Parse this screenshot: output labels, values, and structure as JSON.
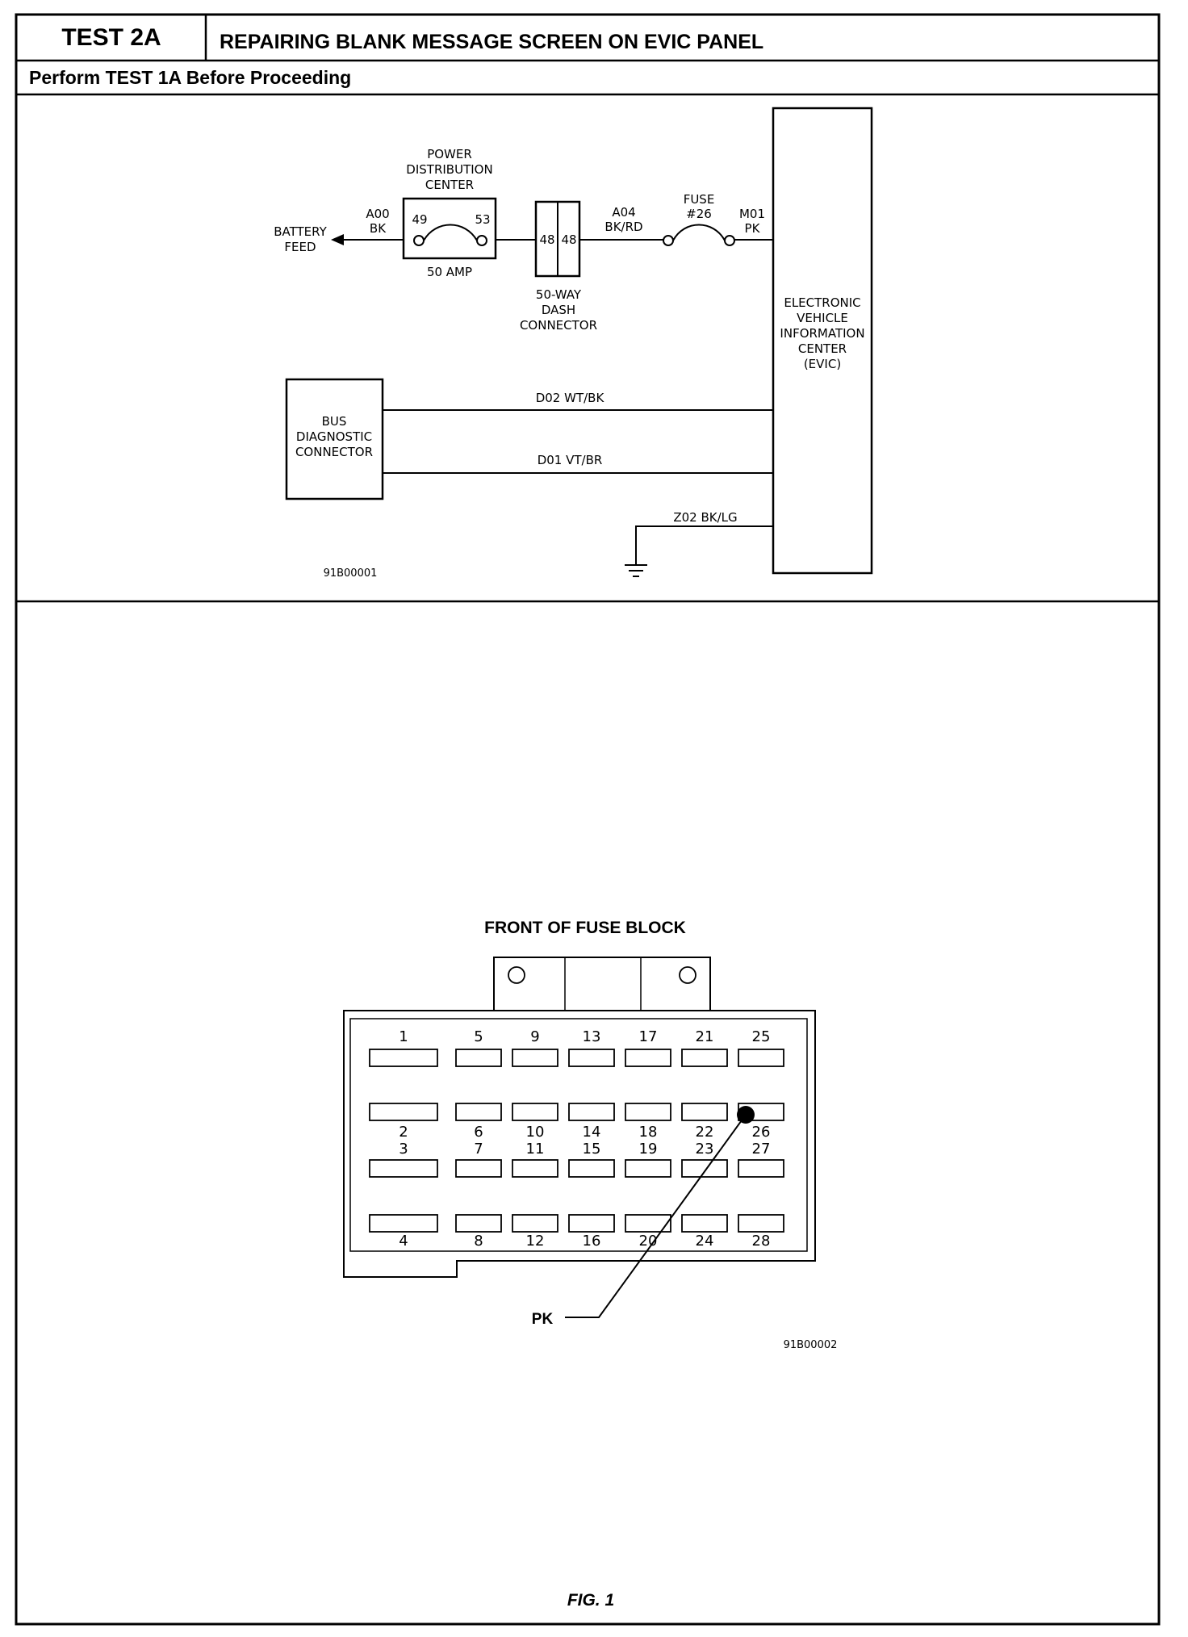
{
  "header": {
    "test_id": "TEST 2A",
    "title": "REPAIRING BLANK MESSAGE SCREEN ON EVIC PANEL",
    "prerequisite": "Perform TEST 1A Before Proceeding"
  },
  "schematic": {
    "battery_feed": [
      "BATTERY",
      "FEED"
    ],
    "wire_a00": [
      "A00",
      "BK"
    ],
    "pdc_title": [
      "POWER",
      "DISTRIBUTION",
      "CENTER"
    ],
    "pdc_pin_in": "49",
    "pdc_pin_out": "53",
    "pdc_fuse_rating": "50 AMP",
    "dash_pin_left": "48",
    "dash_pin_right": "48",
    "dash_connector": [
      "50-WAY",
      "DASH",
      "CONNECTOR"
    ],
    "wire_a04": [
      "A04",
      "BK/RD"
    ],
    "fuse_label": [
      "FUSE",
      "#26"
    ],
    "wire_m01": [
      "M01",
      "PK"
    ],
    "evic": [
      "ELECTRONIC",
      "VEHICLE",
      "INFORMATION",
      "CENTER",
      "(EVIC)"
    ],
    "bus_connector": [
      "BUS",
      "DIAGNOSTIC",
      "CONNECTOR"
    ],
    "wire_d02": "D02  WT/BK",
    "wire_d01": "D01  VT/BR",
    "wire_z02": "Z02  BK/LG",
    "figure_id": "91B00001"
  },
  "fuse_block": {
    "title": "FRONT OF FUSE BLOCK",
    "row1_numbers": [
      "1",
      "5",
      "9",
      "13",
      "17",
      "21",
      "25"
    ],
    "row2_numbers": [
      "2",
      "6",
      "10",
      "14",
      "18",
      "22",
      "26"
    ],
    "row3_numbers": [
      "3",
      "7",
      "11",
      "15",
      "19",
      "23",
      "27"
    ],
    "row4_numbers": [
      "4",
      "8",
      "12",
      "16",
      "20",
      "24",
      "28"
    ],
    "callout": "PK",
    "figure_id": "91B00002"
  },
  "caption": "FIG. 1"
}
